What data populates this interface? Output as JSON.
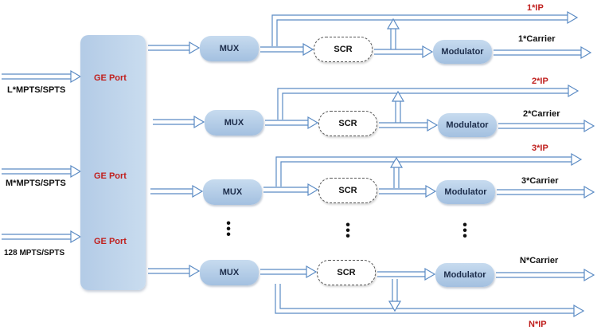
{
  "inputs": {
    "l": "L*MPTS/SPTS",
    "m": "M*MPTS/SPTS",
    "n": "128 MPTS/SPTS"
  },
  "ge_port": {
    "label": "GE Port"
  },
  "blocks": {
    "mux": "MUX",
    "scr": "SCR",
    "modulator": "Modulator"
  },
  "rows": [
    {
      "ip": "1*IP",
      "carrier": "1*Carrier"
    },
    {
      "ip": "2*IP",
      "carrier": "2*Carrier"
    },
    {
      "ip": "3*IP",
      "carrier": "3*Carrier"
    },
    {
      "ip": "N*IP",
      "carrier": "N*Carrier"
    }
  ],
  "ellipsis": "•\n•\n•",
  "colors": {
    "ip_label": "#c0201e",
    "port_label": "#c0201e",
    "arrow_outline": "#5b8bc4",
    "block_fill": "#b7cfe8"
  }
}
